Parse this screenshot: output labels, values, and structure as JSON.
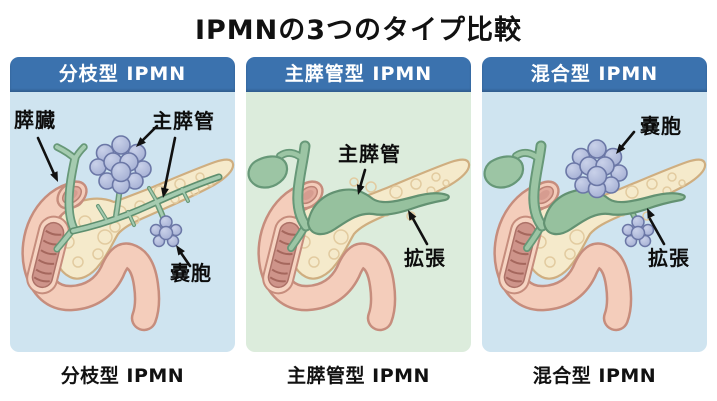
{
  "title": "IPMNの3つのタイプ比較",
  "panels": [
    {
      "header": "分枝型 IPMN",
      "caption": "分枝型 IPMN",
      "background": "#CFE4F0",
      "labels": [
        "膵臓",
        "主膵管",
        "嚢胞"
      ]
    },
    {
      "header": "主膵管型 IPMN",
      "caption": "主膵管型 IPMN",
      "background": "#DCECDC",
      "labels": [
        "主膵管",
        "拡張"
      ]
    },
    {
      "header": "混合型 IPMN",
      "caption": "混合型 IPMN",
      "background": "#CFE4F0",
      "labels": [
        "嚢胞",
        "拡張"
      ]
    }
  ],
  "colors": {
    "header_blue": "#3B72AE",
    "panel_bg_blue": "#CFE4F0",
    "panel_bg_green": "#DCECDC",
    "pancreas_fill": "#F5EACB",
    "pancreas_outline": "#CFAE80",
    "duodenum_fill": "#F4CDBB",
    "duodenum_outline": "#C68D7D",
    "duct_green_fill": "#9CC5A4",
    "duct_green_outline": "#679878",
    "cyst_fill": "#AAB4D6",
    "cyst_outline": "#6B77A6",
    "arrow_black": "#111111",
    "text_black": "#111111",
    "page_bg": "#FFFFFF"
  }
}
